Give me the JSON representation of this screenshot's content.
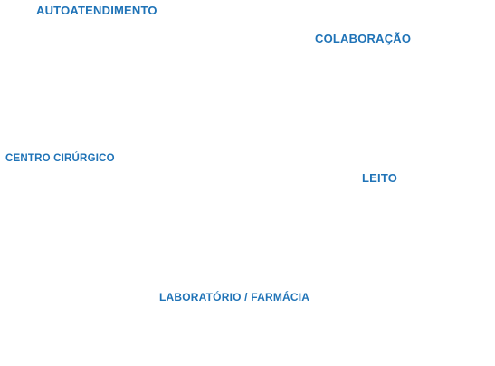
{
  "colors": {
    "label": "#1f73b7",
    "background": "#ffffff"
  },
  "labels": {
    "autoatendimento": "AUTOATENDIMENTO",
    "colaboracao": "COLABORAÇÃO",
    "centro_cirurgico": "CENTRO CIRÚRGICO",
    "leito": "LEITO",
    "laboratorio_farmacia": "LABORATÓRIO / FARMÁCIA"
  }
}
